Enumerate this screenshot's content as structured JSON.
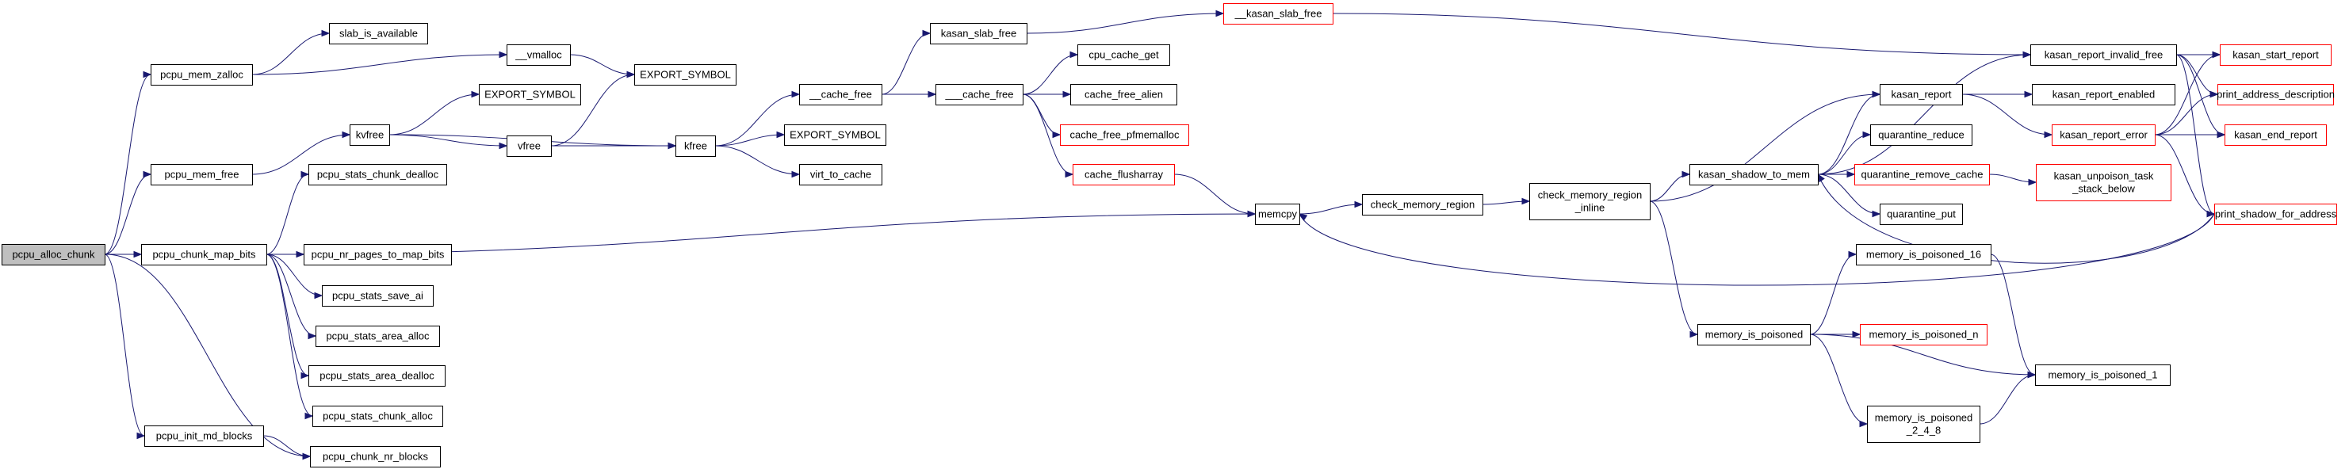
{
  "colors": {
    "edge": "#191970",
    "node_border": "#000000",
    "truncated_border": "#ff0000",
    "root_fill": "#bfbfbf",
    "background": "#ffffff"
  },
  "nodes": [
    {
      "id": "pcpu_alloc_chunk",
      "lines": [
        "pcpu_alloc_chunk"
      ],
      "root": true
    },
    {
      "id": "pcpu_mem_zalloc",
      "lines": [
        "pcpu_mem_zalloc"
      ]
    },
    {
      "id": "pcpu_mem_free",
      "lines": [
        "pcpu_mem_free"
      ]
    },
    {
      "id": "pcpu_chunk_map_bits",
      "lines": [
        "pcpu_chunk_map_bits"
      ]
    },
    {
      "id": "pcpu_init_md_blocks",
      "lines": [
        "pcpu_init_md_blocks"
      ]
    },
    {
      "id": "pcpu_chunk_nr_blocks",
      "lines": [
        "pcpu_chunk_nr_blocks"
      ]
    },
    {
      "id": "slab_is_available",
      "lines": [
        "slab_is_available"
      ]
    },
    {
      "id": "__vmalloc",
      "lines": [
        "__vmalloc"
      ]
    },
    {
      "id": "EXPORT_SYMBOL_a",
      "lines": [
        "EXPORT_SYMBOL"
      ]
    },
    {
      "id": "EXPORT_SYMBOL_b",
      "lines": [
        "EXPORT_SYMBOL"
      ]
    },
    {
      "id": "EXPORT_SYMBOL_c",
      "lines": [
        "EXPORT_SYMBOL"
      ]
    },
    {
      "id": "kvfree",
      "lines": [
        "kvfree"
      ]
    },
    {
      "id": "vfree",
      "lines": [
        "vfree"
      ]
    },
    {
      "id": "kfree",
      "lines": [
        "kfree"
      ]
    },
    {
      "id": "pcpu_stats_chunk_dealloc",
      "lines": [
        "pcpu_stats_chunk_dealloc"
      ]
    },
    {
      "id": "pcpu_nr_pages_to_map_bits",
      "lines": [
        "pcpu_nr_pages_to_map_bits"
      ]
    },
    {
      "id": "pcpu_stats_save_ai",
      "lines": [
        "pcpu_stats_save_ai"
      ]
    },
    {
      "id": "pcpu_stats_area_alloc",
      "lines": [
        "pcpu_stats_area_alloc"
      ]
    },
    {
      "id": "pcpu_stats_area_dealloc",
      "lines": [
        "pcpu_stats_area_dealloc"
      ]
    },
    {
      "id": "pcpu_stats_chunk_alloc",
      "lines": [
        "pcpu_stats_chunk_alloc"
      ]
    },
    {
      "id": "kasan_slab_free",
      "lines": [
        "kasan_slab_free"
      ]
    },
    {
      "id": "__cache_free_1",
      "lines": [
        "__cache_free"
      ]
    },
    {
      "id": "virt_to_cache",
      "lines": [
        "virt_to_cache"
      ]
    },
    {
      "id": "___cache_free",
      "lines": [
        "___cache_free"
      ]
    },
    {
      "id": "cpu_cache_get",
      "lines": [
        "cpu_cache_get"
      ]
    },
    {
      "id": "cache_free_alien",
      "lines": [
        "cache_free_alien"
      ]
    },
    {
      "id": "cache_free_pfmemalloc",
      "lines": [
        "cache_free_pfmemalloc"
      ],
      "truncated": true
    },
    {
      "id": "cache_flusharray",
      "lines": [
        "cache_flusharray"
      ],
      "truncated": true
    },
    {
      "id": "__kasan_slab_free",
      "lines": [
        "__kasan_slab_free"
      ],
      "truncated": true
    },
    {
      "id": "memcpy",
      "lines": [
        "memcpy"
      ]
    },
    {
      "id": "check_memory_region",
      "lines": [
        "check_memory_region"
      ]
    },
    {
      "id": "check_memory_region_inline",
      "lines": [
        "check_memory_region",
        "_inline"
      ]
    },
    {
      "id": "kasan_shadow_to_mem",
      "lines": [
        "kasan_shadow_to_mem"
      ]
    },
    {
      "id": "kasan_report",
      "lines": [
        "kasan_report"
      ]
    },
    {
      "id": "quarantine_reduce",
      "lines": [
        "quarantine_reduce"
      ]
    },
    {
      "id": "quarantine_remove_cache",
      "lines": [
        "quarantine_remove_cache"
      ],
      "truncated": true
    },
    {
      "id": "quarantine_put",
      "lines": [
        "quarantine_put"
      ]
    },
    {
      "id": "kasan_report_invalid_free",
      "lines": [
        "kasan_report_invalid_free"
      ]
    },
    {
      "id": "kasan_report_enabled",
      "lines": [
        "kasan_report_enabled"
      ]
    },
    {
      "id": "kasan_report_error",
      "lines": [
        "kasan_report_error"
      ],
      "truncated": true
    },
    {
      "id": "kasan_unpoison_task_stack_below",
      "lines": [
        "kasan_unpoison_task",
        "_stack_below"
      ],
      "truncated": true
    },
    {
      "id": "kasan_start_report",
      "lines": [
        "kasan_start_report"
      ],
      "truncated": true
    },
    {
      "id": "print_address_description",
      "lines": [
        "print_address_description"
      ],
      "truncated": true
    },
    {
      "id": "kasan_end_report",
      "lines": [
        "kasan_end_report"
      ],
      "truncated": true
    },
    {
      "id": "print_shadow_for_address",
      "lines": [
        "print_shadow_for_address"
      ],
      "truncated": true
    },
    {
      "id": "memory_is_poisoned",
      "lines": [
        "memory_is_poisoned"
      ]
    },
    {
      "id": "memory_is_poisoned_16",
      "lines": [
        "memory_is_poisoned_16"
      ]
    },
    {
      "id": "memory_is_poisoned_n",
      "lines": [
        "memory_is_poisoned_n"
      ],
      "truncated": true
    },
    {
      "id": "memory_is_poisoned_1",
      "lines": [
        "memory_is_poisoned_1"
      ]
    },
    {
      "id": "memory_is_poisoned_2_4_8",
      "lines": [
        "memory_is_poisoned",
        "_2_4_8"
      ]
    }
  ],
  "edges": [
    [
      "pcpu_alloc_chunk",
      "pcpu_mem_zalloc"
    ],
    [
      "pcpu_alloc_chunk",
      "pcpu_mem_free"
    ],
    [
      "pcpu_alloc_chunk",
      "pcpu_chunk_map_bits"
    ],
    [
      "pcpu_alloc_chunk",
      "pcpu_init_md_blocks"
    ],
    [
      "pcpu_alloc_chunk",
      "pcpu_chunk_nr_blocks"
    ],
    [
      "pcpu_mem_zalloc",
      "slab_is_available"
    ],
    [
      "pcpu_mem_zalloc",
      "__vmalloc"
    ],
    [
      "__vmalloc",
      "EXPORT_SYMBOL_b"
    ],
    [
      "pcpu_mem_free",
      "kvfree"
    ],
    [
      "kvfree",
      "EXPORT_SYMBOL_a"
    ],
    [
      "kvfree",
      "vfree"
    ],
    [
      "kvfree",
      "kfree"
    ],
    [
      "vfree",
      "EXPORT_SYMBOL_b"
    ],
    [
      "vfree",
      "kfree"
    ],
    [
      "kfree",
      "__cache_free_1"
    ],
    [
      "kfree",
      "EXPORT_SYMBOL_c"
    ],
    [
      "kfree",
      "virt_to_cache"
    ],
    [
      "__cache_free_1",
      "kasan_slab_free"
    ],
    [
      "__cache_free_1",
      "___cache_free"
    ],
    [
      "kasan_slab_free",
      "__kasan_slab_free"
    ],
    [
      "__kasan_slab_free",
      "kasan_report_invalid_free"
    ],
    [
      "___cache_free",
      "cpu_cache_get"
    ],
    [
      "___cache_free",
      "cache_free_alien"
    ],
    [
      "___cache_free",
      "cache_free_pfmemalloc"
    ],
    [
      "___cache_free",
      "cache_flusharray"
    ],
    [
      "cache_flusharray",
      "memcpy"
    ],
    [
      "pcpu_chunk_map_bits",
      "pcpu_stats_chunk_dealloc"
    ],
    [
      "pcpu_chunk_map_bits",
      "memcpy"
    ],
    [
      "pcpu_chunk_map_bits",
      "pcpu_nr_pages_to_map_bits"
    ],
    [
      "pcpu_chunk_map_bits",
      "pcpu_stats_save_ai"
    ],
    [
      "pcpu_chunk_map_bits",
      "pcpu_stats_area_alloc"
    ],
    [
      "pcpu_chunk_map_bits",
      "pcpu_stats_area_dealloc"
    ],
    [
      "pcpu_chunk_map_bits",
      "pcpu_stats_chunk_alloc"
    ],
    [
      "pcpu_init_md_blocks",
      "pcpu_chunk_nr_blocks"
    ],
    [
      "memcpy",
      "check_memory_region"
    ],
    [
      "check_memory_region",
      "check_memory_region_inline"
    ],
    [
      "check_memory_region_inline",
      "kasan_report"
    ],
    [
      "check_memory_region_inline",
      "kasan_shadow_to_mem"
    ],
    [
      "check_memory_region_inline",
      "memory_is_poisoned"
    ],
    [
      "kasan_shadow_to_mem",
      "kasan_report_invalid_free"
    ],
    [
      "kasan_shadow_to_mem",
      "kasan_report"
    ],
    [
      "kasan_shadow_to_mem",
      "quarantine_reduce"
    ],
    [
      "kasan_shadow_to_mem",
      "quarantine_remove_cache"
    ],
    [
      "kasan_shadow_to_mem",
      "quarantine_put"
    ],
    [
      "quarantine_remove_cache",
      "kasan_unpoison_task_stack_below"
    ],
    [
      "kasan_report",
      "kasan_report_enabled"
    ],
    [
      "kasan_report",
      "kasan_report_error"
    ],
    [
      "kasan_report_invalid_free",
      "kasan_start_report"
    ],
    [
      "kasan_report_invalid_free",
      "print_address_description"
    ],
    [
      "kasan_report_invalid_free",
      "kasan_end_report"
    ],
    [
      "kasan_report_invalid_free",
      "print_shadow_for_address"
    ],
    [
      "kasan_report_error",
      "kasan_start_report"
    ],
    [
      "kasan_report_error",
      "print_address_description"
    ],
    [
      "kasan_report_error",
      "kasan_end_report"
    ],
    [
      "kasan_report_error",
      "print_shadow_for_address"
    ],
    [
      "print_shadow_for_address",
      "kasan_shadow_to_mem"
    ],
    [
      "print_shadow_for_address",
      "memcpy"
    ],
    [
      "memory_is_poisoned",
      "memory_is_poisoned_16"
    ],
    [
      "memory_is_poisoned",
      "memory_is_poisoned_n"
    ],
    [
      "memory_is_poisoned",
      "memory_is_poisoned_1"
    ],
    [
      "memory_is_poisoned",
      "memory_is_poisoned_2_4_8"
    ],
    [
      "memory_is_poisoned_16",
      "memory_is_poisoned_1"
    ],
    [
      "memory_is_poisoned_2_4_8",
      "memory_is_poisoned_1"
    ]
  ]
}
